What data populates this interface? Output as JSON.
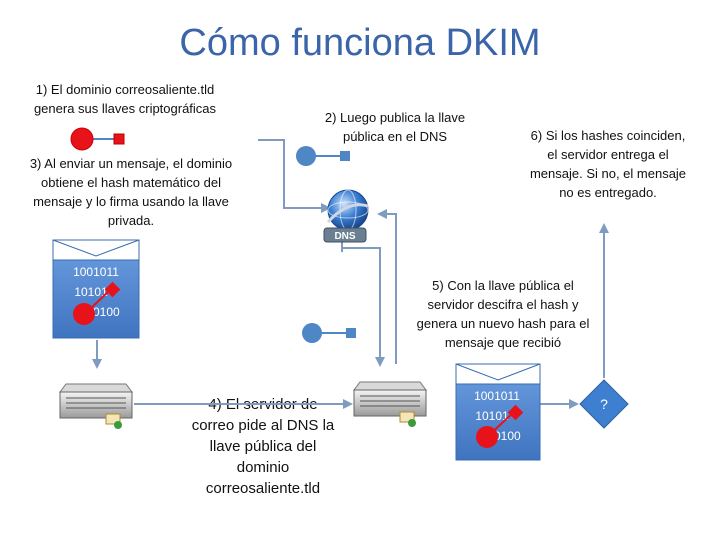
{
  "title": "Cómo funciona DKIM",
  "steps": {
    "step1": [
      "1) El dominio correosaliente.tld",
      "genera sus llaves criptográficas"
    ],
    "step2": [
      "2) Luego publica la llave",
      "pública en el DNS"
    ],
    "step3": [
      "3) Al enviar un mensaje, el dominio",
      "obtiene el hash matemático del",
      "mensaje y lo firma usando la llave",
      "privada."
    ],
    "step4": [
      "4) El servidor de",
      "correo pide al DNS la",
      "llave pública del",
      "dominio",
      "correosaliente.tld"
    ],
    "step5": [
      "5) Con la llave pública el",
      "servidor descifra el hash y",
      "genera un nuevo hash para el",
      "mensaje que recibió"
    ],
    "step6": [
      "6) Si los hashes coinciden,",
      "el servidor entrega el",
      "mensaje. Si no, el mensaje",
      "no es entregado."
    ]
  },
  "message": {
    "line1": "1001011",
    "line2": "10101",
    "line3": "00100"
  },
  "dns_label": "DNS",
  "decision_label": "?",
  "colors": {
    "title": "#3a65a8",
    "key_red": "#e8121b",
    "key_blue": "#4f86c6",
    "message_blue": "#5b8fd1",
    "arrow": "#7f9bc0",
    "diamond": "#3f7fcf"
  }
}
